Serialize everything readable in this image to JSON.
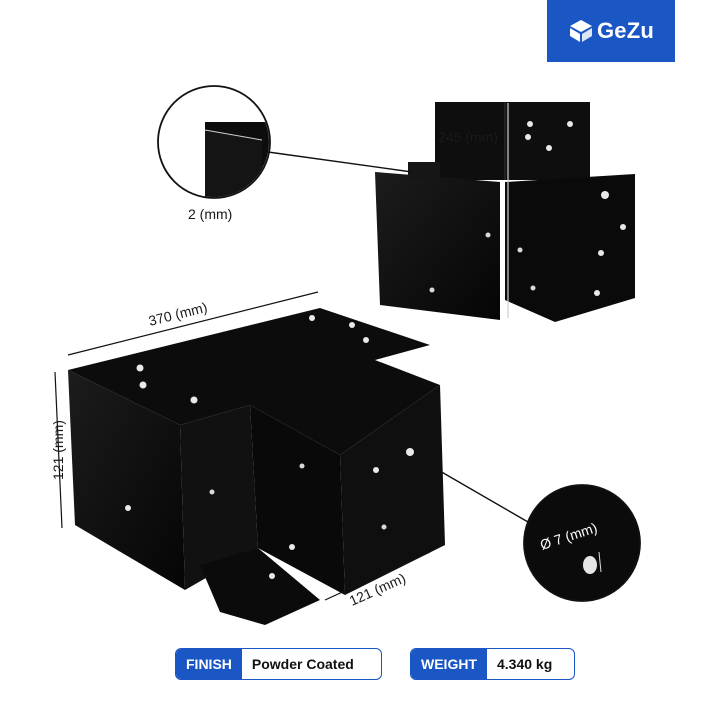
{
  "brand": {
    "name": "GeZu",
    "color": "#1a56c4",
    "icon": "cube-logo-icon"
  },
  "dimensions": {
    "thickness": "2 (mm)",
    "height": "245 (mm)",
    "length": "370 (mm)",
    "side": "121 (mm)",
    "depth": "121 (mm)",
    "hole": "Ø 7 (mm)"
  },
  "specs": {
    "finish_label": "FINISH",
    "finish_value": "Powder Coated",
    "weight_label": "WEIGHT",
    "weight_value": "4.340 kg"
  }
}
